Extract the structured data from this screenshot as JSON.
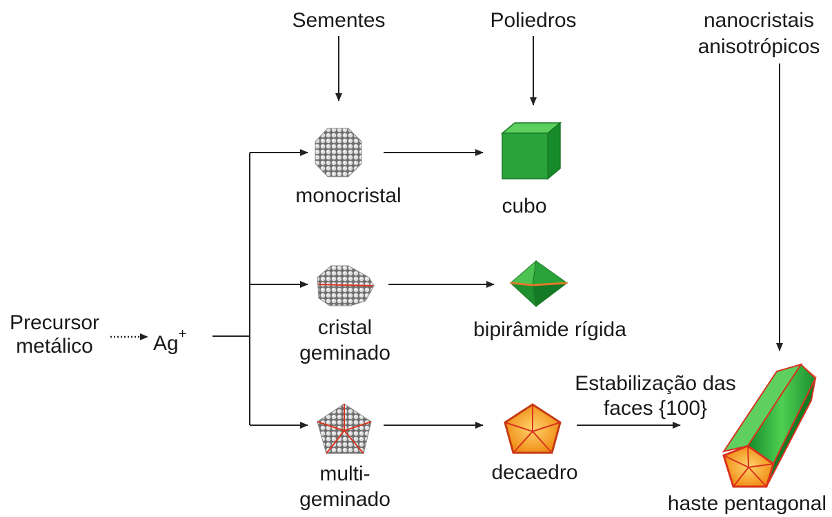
{
  "headers": {
    "seeds": "Sementes",
    "polyhedra": "Poliedros",
    "anisotropic_line1": "nanocristais",
    "anisotropic_line2": "anisotrópicos"
  },
  "source": {
    "precursor_line1": "Precursor",
    "precursor_line2": "metálico",
    "ion": "Ag",
    "ion_charge": "+"
  },
  "seeds": {
    "single_crystal": "monocristal",
    "twinned_line1": "cristal",
    "twinned_line2": "geminado",
    "multi_twinned_line1": "multi-",
    "multi_twinned_line2": "geminado"
  },
  "polyhedra": {
    "cube": "cubo",
    "bipyramid": "bipirâmide rígida",
    "decahedron": "decaedro"
  },
  "anisotropic": {
    "stabilization_line1": "Estabilização das",
    "stabilization_line2": "faces {100}",
    "rod": "haste pentagonal"
  },
  "colors": {
    "green": "#2aa33a",
    "orange": "#f59a1c",
    "red_edge": "#d9321e",
    "seed_gray": "#9a9a9a",
    "arrow": "#222222"
  }
}
